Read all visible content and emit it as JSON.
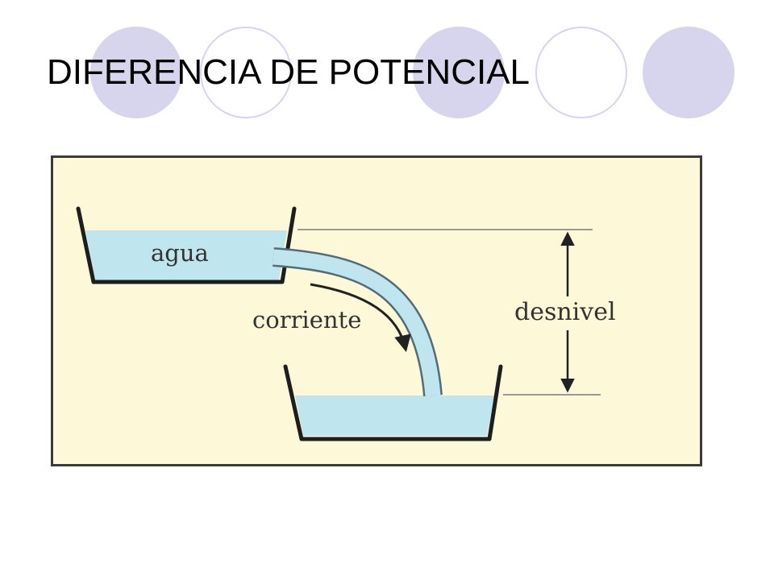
{
  "slide": {
    "title": "DIFERENCIA DE POTENCIAL"
  },
  "diagram": {
    "labels": {
      "water": "agua",
      "current": "corriente",
      "height_difference": "desnivel"
    },
    "colors": {
      "background": "#fcf8d8",
      "water": "#bfe5ef",
      "outline": "#1e1e1e",
      "circle_accent": "#d7d5ee"
    }
  }
}
